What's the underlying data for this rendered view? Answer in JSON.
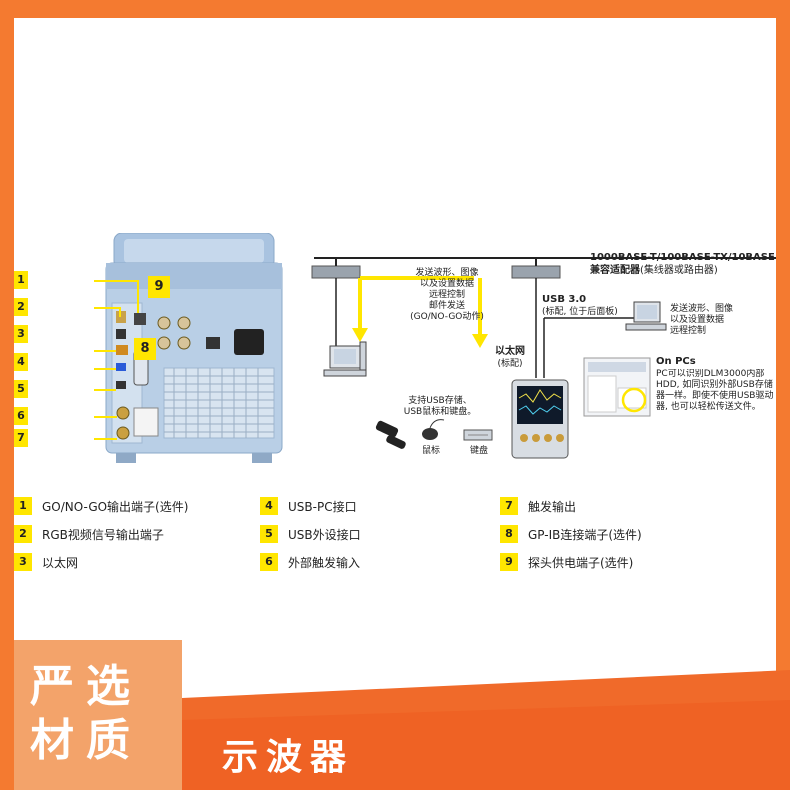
{
  "callouts": {
    "left": [
      "1",
      "2",
      "3",
      "4",
      "5",
      "6",
      "7"
    ],
    "panel_9": "9",
    "panel_8": "8"
  },
  "diagram": {
    "network_title": "1000BASE-T/100BASE-TX/10BASE",
    "hub_label_bold": "兼容适配器",
    "hub_label_note": "(集线器或路由器)",
    "send_text": [
      "发送波形、图像",
      "以及设置数据",
      "远程控制",
      "邮件发送",
      "(GO/NO-GO动作)"
    ],
    "ethernet_label": "以太网",
    "ethernet_note": "(标配)",
    "usb_title": "USB 3.0",
    "usb_note": "(标配, 位于后面板)",
    "right_pc_text": [
      "发送波形、图像",
      "以及设置数据",
      "远程控制"
    ],
    "usb_support_text": [
      "支持USB存储、",
      "USB鼠标和键盘。"
    ],
    "mouse_label": "鼠标",
    "keyboard_label": "键盘",
    "onpcs_title": "On PCs",
    "onpcs_text": [
      "PC可以识别DLM3000内部",
      "HDD, 如同识别外部USB存储",
      "器一样。即使不使用USB驱动",
      "器, 也可以轻松传送文件。"
    ]
  },
  "legend": [
    {
      "num": "1",
      "label": "GO/NO-GO输出端子(选件)"
    },
    {
      "num": "2",
      "label": "RGB视频信号输出端子"
    },
    {
      "num": "3",
      "label": "以太网"
    },
    {
      "num": "4",
      "label": "USB-PC接口"
    },
    {
      "num": "5",
      "label": "USB外设接口"
    },
    {
      "num": "6",
      "label": "外部触发输入"
    },
    {
      "num": "7",
      "label": "触发输出"
    },
    {
      "num": "8",
      "label": "GP-IB连接端子(选件)"
    },
    {
      "num": "9",
      "label": "探头供电端子(选件)"
    }
  ],
  "banner": {
    "badge_line1": "严选",
    "badge_line2": "材质",
    "product": "示波器"
  },
  "colors": {
    "frame_orange": "#f47a30",
    "badge_peach": "#f3a36a",
    "callout_yellow": "#ffe600",
    "device_blue": "#b9cfe6"
  }
}
